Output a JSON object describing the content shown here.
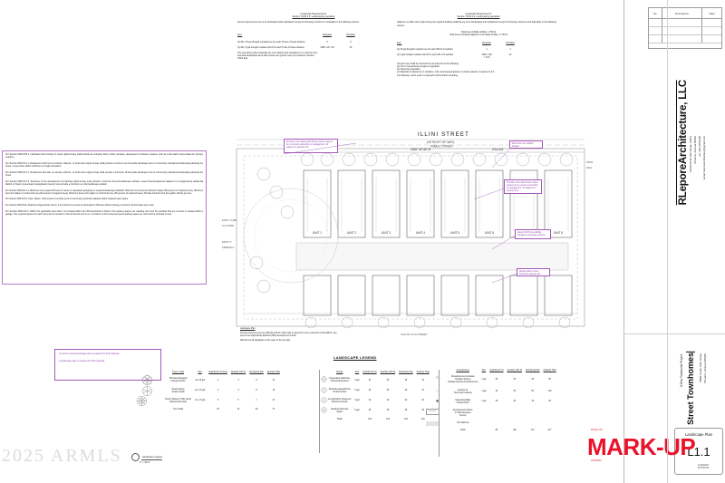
{
  "sheet": {
    "watermark": "2025 ARMLS"
  },
  "revision_table": {
    "col_no": "No.",
    "col_description": "Description",
    "col_date": "Date",
    "rows": [
      "",
      "",
      "",
      ""
    ]
  },
  "firm": {
    "name": "RLeporeArchitecture, LLC",
    "address_line1": "13440 North 44th Street, #2031",
    "address_line2": "Phoenix, Arizona 85032",
    "phone": "ph: 602.318.0100",
    "email": "email: leporeArchitecture@gmail.com"
  },
  "seal": {
    "expires": "Expires: 12-31-2023"
  },
  "project": {
    "subtitle": "A New Townhome Project:",
    "name": "12th Street Townhomes",
    "address_line1": "3838 South 12th Street",
    "address_line2": "Phoenix, Arizona 85040"
  },
  "sheet_block": {
    "title": "Landscape Plan",
    "number": "L1.1",
    "plot_date": "11/30/2023",
    "plot_time": "8:50:35 PM"
  },
  "markup_stamp": {
    "pre": "PRELIM",
    "main": "MARK-UP",
    "post": "2/16/2022"
  },
  "code_notes": {
    "paragraphs": [
      "Per Section 608.F.8.B.1, individual units fronting on street rights-of-way shall provide an entryway that is either elevated, depressed or includes a feature such as a low wall to accentuate the primary entrance.",
      "Per Section 608.F.8.C.1, Residences that front on arterial, collector, or local street rights-of-way shall provide a minimum ten-foot-wide landscape tract or community maintained landscaping abutting the street, except when within 2,000 feet of a light rail station.",
      "Per Section 608.F.8.C.2, Residences that side on arterial, collector, or local street rights-of-way shall provide a minimum 15-foot-wide landscape tract or community maintained landscaping abutting the street.",
      "Per Section 608.F.8.C.3, Perimeter of the development not abutting rights-of-way must provide a minimum five-foot landscape setback, except that development adjacent to a single-family residential district or historic preservation designated property must provide a minimum ten-foot landscape setback.",
      "Per Section 608.F.8.C.4, Minimum trees spaced 20 feet on center or equivalent groupings in required landscape setbacks. Minimum one-and-one-half-inch caliper (50 percent of required trees). Minimum two-inch caliper or multi-trunk tree (25 percent of required trees). Minimum three-inch caliper or multi-trunk tree (25 percent of required trees). Provide minimum five five-gallon shrubs per tree.",
      "Per Section 608.F.8.D, Open Space. Only fences to enclose pool or community amenities allowed within required open space.",
      "Per Section 608.F.8.E, Attached single-family units in a row shall not exceed a total length of 200 feet without having a minimum 20-foot-wide open area.",
      "Per Section 608.F.8.F.2, Within the applicable area that is not located within the infill development district: Two parking spaces per dwelling unit must be provided that are covered or located within a garage. The required spaces for each unit must be located on the lot that the unit is on. A minimum 0.25 unreserved guest parking space per unit must be provided on site."
    ]
  },
  "review_note": {
    "line1": "A combo inventory/salvage plan is required for this proposal.",
    "line2": "A landscape plan is required for this proposal."
  },
  "requirements_left": {
    "title_l1": "Landscape Requirements:",
    "title_l2": "Section 703.B.3.b. Landscaping standards",
    "intro": "Interior property lines are to be landscaped and maintained except for driveway entrances or sidewalks in the following manner:",
    "col_item": "Item:",
    "col_required": "Required",
    "col_provided": "Provided",
    "rows": [
      {
        "item": "(1) Min. 15-gal drought resistant tree for each 20 feet of linear distance",
        "required": "6",
        "provided": "6"
      },
      {
        "item": "(1) Min. 5-gal drought resistant shrub for each 5 feet of linear distance",
        "required": "1365 / 26 = 26",
        "provided": "26"
      }
    ],
    "footnote": "The area above plant materials are to be planted and maintained in a minimum five-foot-wide landscaped area with at least one ground cover as provided in Section 703.E.a(3)."
  },
  "requirements_right": {
    "title_l1": "Landscape Requirements:",
    "title_l2": "Section 703.B.3.a. Landscaping standards",
    "intro": "Adjacent to public street right-of-way the required building setbacks are to be landscaped and maintained except for driveway entrances and sidewalks in the following manner:",
    "col_item": "Item:",
    "col_required": "Required",
    "col_provided": "Provided",
    "rows": [
      {
        "item": "(1) 15-gal drought resistant tree for each 900 sf of setback.",
        "required": "1",
        "provided": "1"
      },
      {
        "item": "(1) 5-gal drought resistant shrub for each 100 sf of setback",
        "required": "1350 / 100 = 13.5",
        "provided": "14"
      }
    ],
    "ground_cover_note": "Ground cover shall be selected from at least two of the following:\n(a) Turf or low-growing evergreen vegetation\n(b) Flowering vegetation\n(c) Materials of natural art or sculpture, rock, decomposed granite or similar material. A maximum of 3-inch diameter, when used in conjunction with xeriform sculpting.",
    "total_label_1": "Total Area of Right-of-Way = 1736 sf",
    "total_label_2": "Total Area of Setback adjacent to the Right-of-Way = 1730 sf",
    "ratio_1": "1350 / 100",
    "ratio_2": "= 13.5",
    "ratio_provided": "14"
  },
  "plan": {
    "street_label": "ILLINI  STREET",
    "street_sub": "(40' RIGHT-OF-WAY)",
    "sub_label_2": "PUBLIC  STREET",
    "note_title": "Landscape Plan",
    "note_scale": "1\" = 30'-0\"",
    "unit_labels": [
      "UNIT 1",
      "UNIT 2",
      "UNIT 3",
      "UNIT 4",
      "UNIT 5",
      "UNIT 6",
      "UNIT 7",
      "UNIT 8"
    ],
    "dim_top_left": "S89°42'40\"E",
    "dim_top_right": "234.64'",
    "note_text": "Provide references use per ZAR-ZA-010-22, which was a request for a tree extension for ZA-628-21, use spot to the single-family attached (SFA) development vehicle.",
    "note_text2": "Was flat out all stipulations of the case on the site plan."
  },
  "callouts": [
    {
      "id": "callout-common-ownership",
      "text": "Provide a note stating that all open space areas to be in common ownership or management, 10' adjacent to property line."
    },
    {
      "id": "callout-dimension-sight-triangle",
      "text": "Dimension site visibility triangle."
    },
    {
      "id": "callout-open-space-area",
      "text": "Provide a note that all open space areas to be in common ownership or management. 10' adjacent to property line."
    },
    {
      "id": "callout-label-sight-triangle",
      "text": "Label 10'x33' site visibility triangles at driveway entrance."
    },
    {
      "id": "callout-utilize-premises",
      "text": "Please utilize a more prominent property line."
    }
  ],
  "legend": {
    "title": "LANDSCAPE LEGEND",
    "trees": {
      "headers": [
        "Trees / Cacti",
        "Size",
        "Quantity 8m St Area",
        "Quantity 12th St",
        "Remaining Site",
        "Quantity Total"
      ],
      "rows": [
        {
          "symbol": "tree-mesquite-icon",
          "name_line1": "Thornless Mesquite",
          "name_line2": "Prosopis hybrid",
          "size": "min 15 gal",
          "q1": "2",
          "q2": "3",
          "q3": "5",
          "total": "10"
        },
        {
          "symbol": "tree-acacia-icon",
          "name_line1": "Sweet Acacia",
          "name_line2": "Acacia smallii",
          "size": "min. 15 gal",
          "q1": "4",
          "q2": "4",
          "q3": "8",
          "total": "16"
        },
        {
          "symbol": "tree-palo-verde-icon",
          "name_line1": "'Desert Museum' Palo Verde",
          "name_line2": "Parkinsonia hybrid",
          "size": "min. 15 gal",
          "q1": "9",
          "q2": "5",
          "q3": "7",
          "total": "21"
        }
      ],
      "totals": {
        "label": "Tree Totals",
        "q1": "15",
        "q2": "12",
        "q3": "20",
        "total": "47"
      }
    },
    "shrubs": {
      "headers": [
        "Shrubs",
        "Size",
        "Quantity 8m St",
        "Quantity 12th St",
        "Remaining Site",
        "Quantity Total"
      ],
      "rows": [
        {
          "symbol": "shrub-lilac-icon",
          "name_line1": "Hesperaloe californica",
          "name_line2": "'Arizona Rosewood'",
          "size": "5 gal",
          "q1": "34",
          "q2": "34",
          "q3": "34",
          "total": "34"
        },
        {
          "symbol": "shrub-fountain-icon",
          "name_line1": "Russelia equisetiformis",
          "name_line2": "Coral Fountain",
          "size": "5 gal",
          "q1": "22",
          "q2": "22",
          "q3": "22",
          "total": "22"
        },
        {
          "symbol": "shrub-texas-icon",
          "name_line1": "Leucophyllum frutescens",
          "name_line2": "'Mexican Petunia'",
          "size": "5 gal",
          "q1": "22",
          "q2": "22",
          "q3": "22",
          "total": "22"
        },
        {
          "symbol": "shrub-chinensis-icon",
          "name_line1": "Nandina Chinensis",
          "name_line2": "'Jujube'",
          "size": "5 gal",
          "q1": "36",
          "q2": "36",
          "q3": "36",
          "total": "36"
        }
      ],
      "totals": {
        "label": "Totals",
        "q1": "134",
        "q2": "134",
        "q3": "134",
        "total": "134"
      }
    },
    "groundcovers": {
      "headers": [
        "Groundcovers",
        "Size",
        "Quantity 8m St",
        "Quantity 12th St",
        "Remaining Site",
        "Quantity Total"
      ],
      "rows": [
        {
          "symbol": "gc-drosanthemum-icon",
          "name_line1": "Drosanthemum prostrata",
          "name_line2": "'Outback Sunrise",
          "name_line3": "Outback Sunrise Drosanthemum",
          "size": "1 gal",
          "q1": "25",
          "q2": "25",
          "q3": "45",
          "total": "95"
        },
        {
          "symbol": "gc-lantana-icon",
          "name_line1": "Lantana sp.",
          "name_line2": "'New Gold' Lantana",
          "size": "1 gal",
          "q1": "30",
          "q2": "35",
          "q3": "65",
          "total": "130"
        },
        {
          "symbol": "gc-scaevola-icon",
          "name_line1": "Scaevola pallida",
          "name_line2": "\"Purple Heart\"",
          "size": "1 gal",
          "q1": "30",
          "q2": "40",
          "q3": "32",
          "total": "92"
        },
        {
          "symbol": "gc-granite-icon",
          "name_line1": "Decomposed Granite",
          "name_line2": "2\" Minus Express",
          "name_line3": "Correct",
          "size": "",
          "q1": "",
          "q2": "",
          "q3": "",
          "total": ""
        },
        {
          "symbol": "gc-turf-icon",
          "name_line1": "Turf field-two",
          "name_line2": "",
          "size": "",
          "q1": "",
          "q2": "",
          "q3": "",
          "total": ""
        }
      ],
      "totals": {
        "label": "Totals",
        "q1": "85",
        "q2": "120",
        "q3": "172",
        "total": "317"
      },
      "no_pattern_label": "No Pattern"
    }
  },
  "scale_legend": {
    "label": "Landscape Legend",
    "scale": "1\" = 30'-0\""
  }
}
